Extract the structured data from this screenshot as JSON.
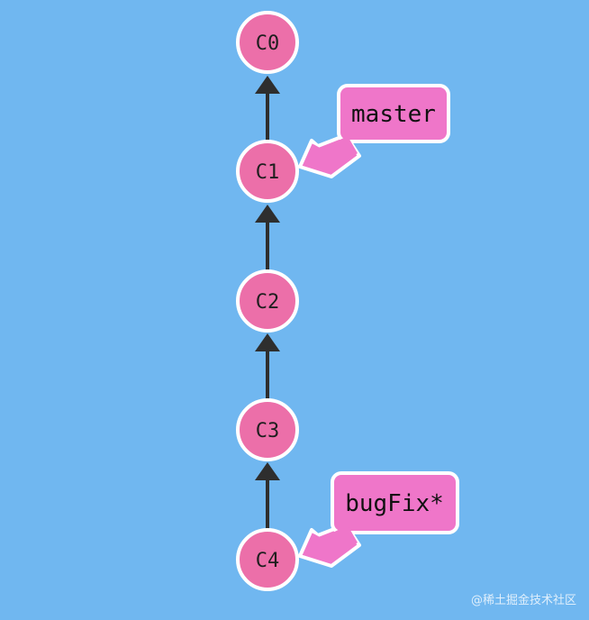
{
  "graph": {
    "commits": [
      "C0",
      "C1",
      "C2",
      "C3",
      "C4"
    ],
    "edges": [
      {
        "from": "C1",
        "to": "C0"
      },
      {
        "from": "C2",
        "to": "C1"
      },
      {
        "from": "C3",
        "to": "C2"
      },
      {
        "from": "C4",
        "to": "C3"
      }
    ],
    "branches": [
      {
        "name": "master",
        "target": "C1"
      },
      {
        "name": "bugFix*",
        "target": "C4"
      }
    ]
  },
  "colors": {
    "background": "#70b7f0",
    "commit_fill": "#ec6fa9",
    "commit_stroke": "#ffffff",
    "edge": "#2e2e2e",
    "branch_fill": "#ef76c9",
    "branch_stroke": "#ffffff"
  },
  "watermark": "@稀土掘金技术社区"
}
